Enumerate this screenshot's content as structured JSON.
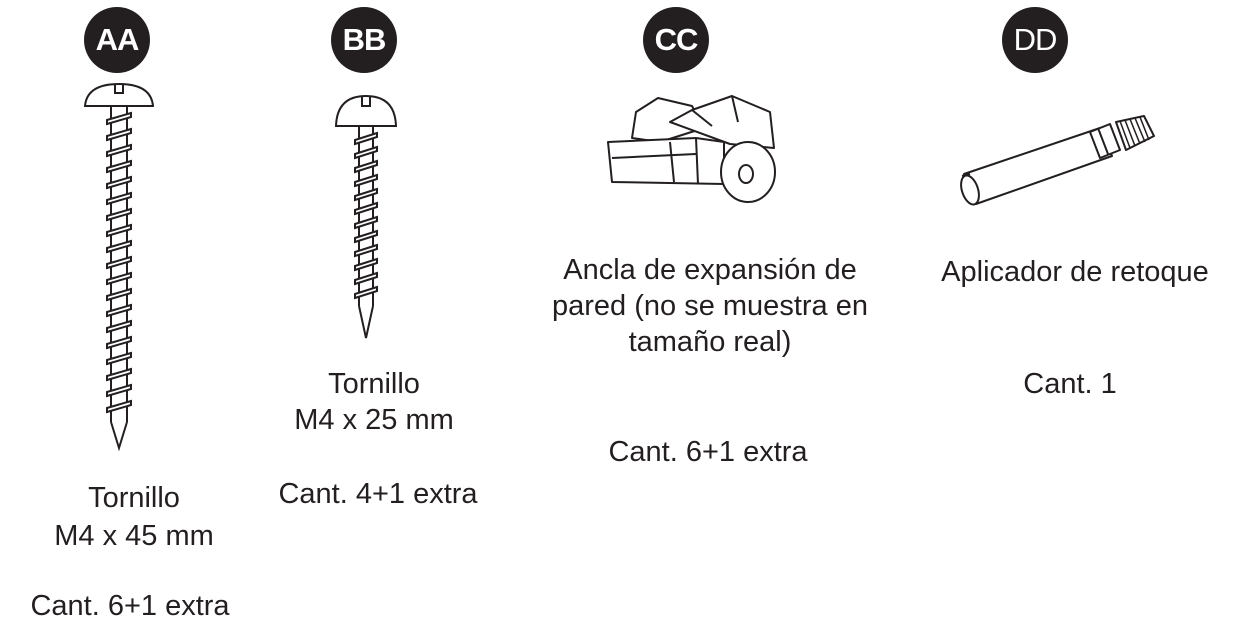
{
  "items": [
    {
      "badge": "AA",
      "name_line1": "Tornillo",
      "name_line2": "M4 x 45 mm",
      "qty": "Cant. 6+1 extra",
      "icon": "long-screw-icon"
    },
    {
      "badge": "BB",
      "name_line1": "Tornillo",
      "name_line2": "M4 x 25 mm",
      "qty": "Cant. 4+1 extra",
      "icon": "short-screw-icon"
    },
    {
      "badge": "CC",
      "name_line1": "Ancla de expansión de",
      "name_line2": "pared (no se muestra en",
      "name_line3": "tamaño real)",
      "qty": "Cant. 6+1 extra",
      "icon": "wall-anchor-icon"
    },
    {
      "badge": "DD",
      "name_line1": "Aplicador de retoque",
      "qty": "Cant. 1",
      "icon": "touch-up-pen-icon"
    }
  ],
  "colors": {
    "ink": "#231f20",
    "background": "#ffffff"
  }
}
